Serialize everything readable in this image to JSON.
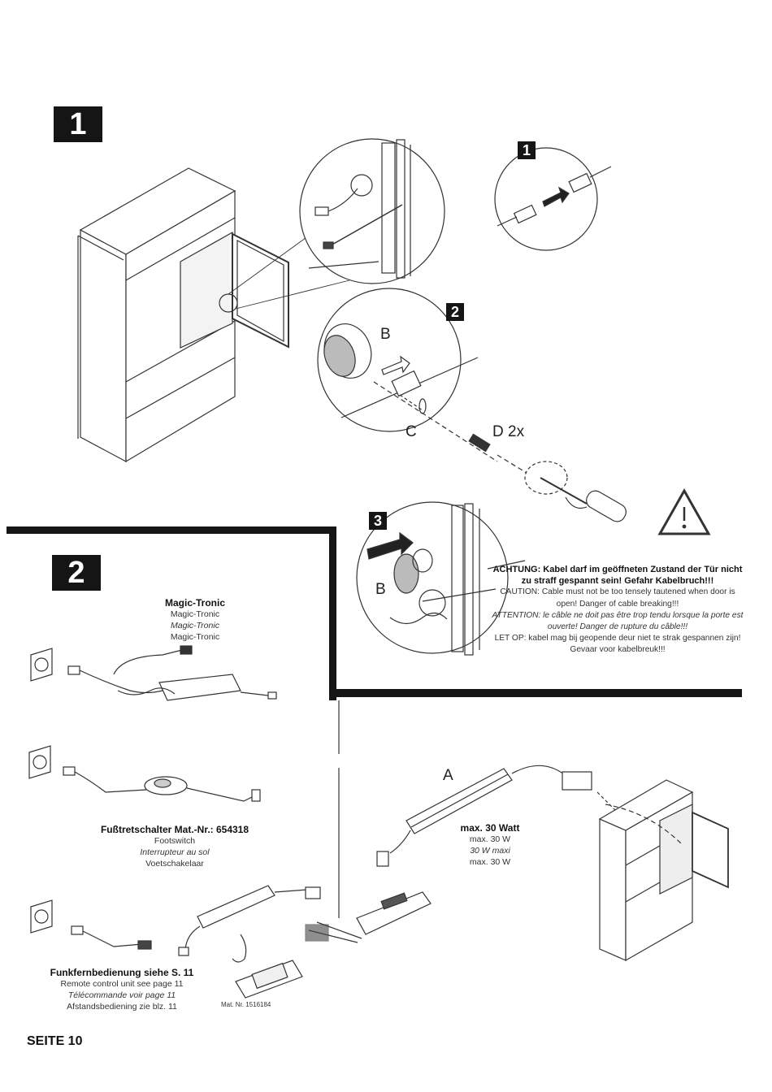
{
  "badges": {
    "section1": "1",
    "section2": "2",
    "step1": "1",
    "step2": "2",
    "step3": "3"
  },
  "labels": {
    "B_top": "B",
    "C": "C",
    "D": "D 2x",
    "B_bottom": "B",
    "A": "A"
  },
  "warning": {
    "title_de": "ACHTUNG: Kabel darf im geöffneten Zustand der Tür nicht zu straff gespannt sein! Gefahr Kabelbruch!!!",
    "en": "CAUTION: Cable must not be too tensely tautened when door is open! Danger of cable breaking!!!",
    "fr": "ATTENTION: le câble ne doit pas être trop tendu lorsque la porte est ouverte! Danger de rupture du câble!!!",
    "nl": "LET OP: kabel mag bij geopende deur niet te strak gespannen zijn! Gevaar voor kabelbreuk!!!"
  },
  "magic_tronic": {
    "title": "Magic-Tronic",
    "line2": "Magic-Tronic",
    "line3": "Magic-Tronic",
    "line4": "Magic-Tronic"
  },
  "footswitch": {
    "title": "Fußtretschalter Mat.-Nr.: 654318",
    "en": "Footswitch",
    "fr": "Interrupteur au sol",
    "nl": "Voetschakelaar"
  },
  "power": {
    "title": "max. 30 Watt",
    "en": "max. 30 W",
    "fr": "30 W maxi",
    "nl": "max. 30 W"
  },
  "remote": {
    "title": "Funkfernbedienung siehe S. 11",
    "en": "Remote control unit see page 11",
    "fr": "Télécommande voir page 11",
    "nl": "Afstandsbediening zie blz. 11"
  },
  "mat_nr": "Mat. Nr. 1516184",
  "page_number": "SEITE 10",
  "icons": [
    "warning-triangle-icon",
    "wall-socket-icon",
    "arrow-icon",
    "screwdriver-icon"
  ]
}
